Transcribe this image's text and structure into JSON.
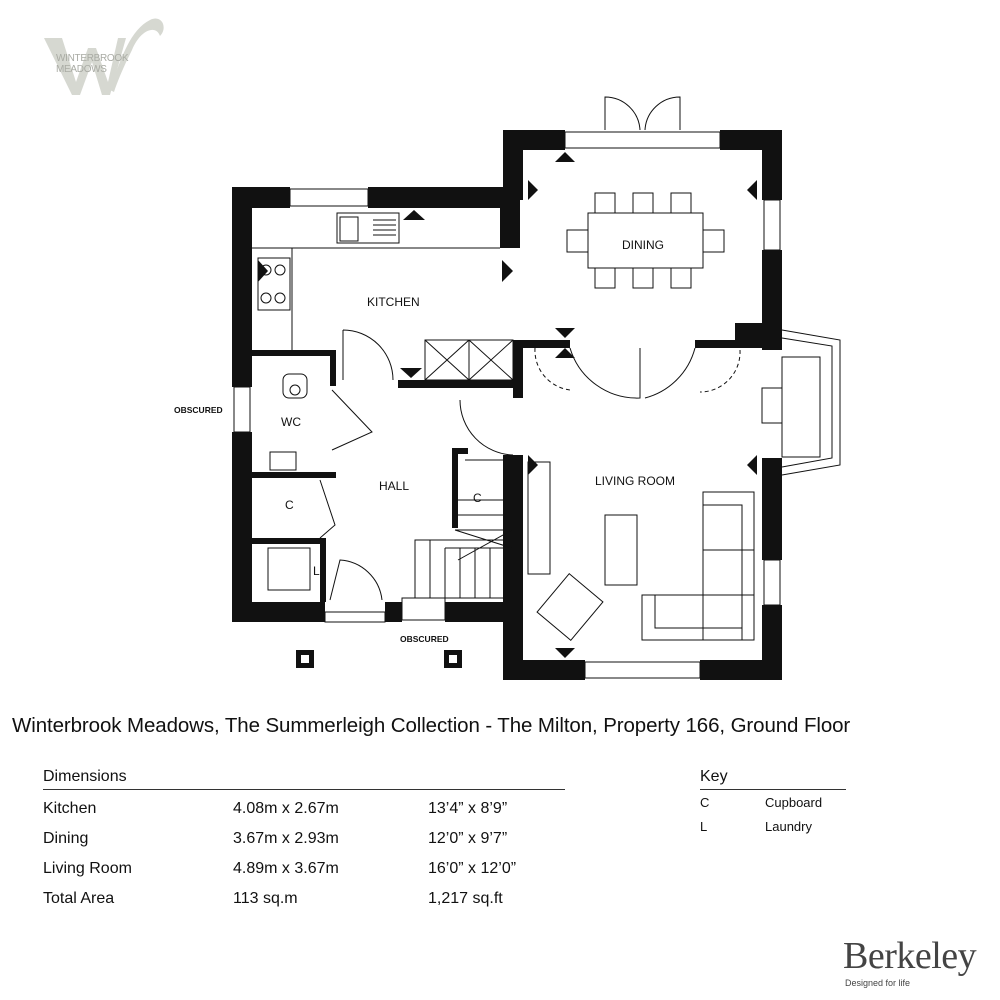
{
  "logo": {
    "text": "WINTERBROOK MEADOWS",
    "color": "#c9cbc4"
  },
  "plan": {
    "rooms": {
      "kitchen": "KITCHEN",
      "dining": "DINING",
      "wc": "WC",
      "hall": "HALL",
      "cupboard1": "C",
      "cupboard2": "C",
      "laundry": "L",
      "living": "LIVING ROOM"
    },
    "notes": {
      "obscured_left": "OBSCURED",
      "obscured_bottom": "OBSCURED"
    }
  },
  "title": "Winterbrook Meadows, The Summerleigh Collection - The Milton, Property 166, Ground Floor",
  "dimensions": {
    "header": "Dimensions",
    "rows": [
      {
        "room": "Kitchen",
        "metric": "4.08m x 2.67m",
        "imperial": "13’4” x 8’9”"
      },
      {
        "room": "Dining",
        "metric": "3.67m x 2.93m",
        "imperial": "12’0” x 9’7”"
      },
      {
        "room": "Living Room",
        "metric": "4.89m x 3.67m",
        "imperial": "16’0” x 12’0”"
      },
      {
        "room": "Total Area",
        "metric": "113 sq.m",
        "imperial": "1,217 sq.ft"
      }
    ]
  },
  "key": {
    "header": "Key",
    "rows": [
      {
        "code": "C",
        "meaning": "Cupboard"
      },
      {
        "code": "L",
        "meaning": "Laundry"
      }
    ]
  },
  "brand": {
    "name": "Berkeley",
    "tagline": "Designed for life"
  }
}
